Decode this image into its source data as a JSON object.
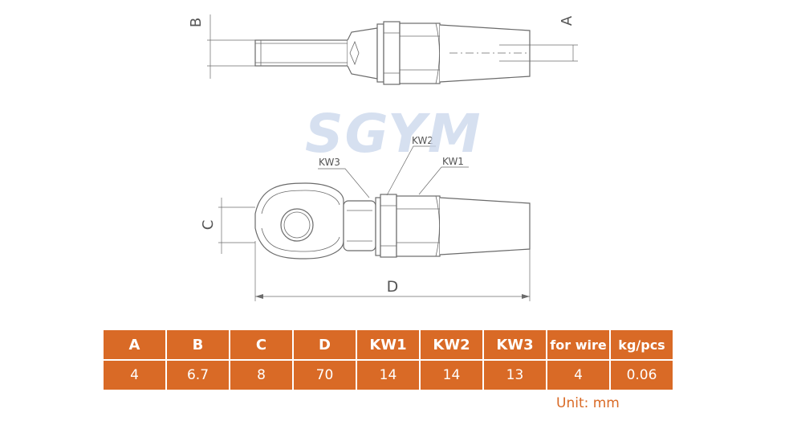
{
  "drawing": {
    "watermark": "SGYM",
    "labels": {
      "a": "A",
      "b": "B",
      "c": "C",
      "d": "D",
      "kw1": "KW1",
      "kw2": "KW2",
      "kw3": "KW3"
    }
  },
  "table": {
    "headers": [
      "A",
      "B",
      "C",
      "D",
      "KW1",
      "KW2",
      "KW3",
      "for wire",
      "kg/pcs"
    ],
    "values": [
      "4",
      "6.7",
      "8",
      "70",
      "14",
      "14",
      "13",
      "4",
      "0.06"
    ]
  },
  "unit": "Unit:  mm",
  "colors": {
    "accent": "#d96a26",
    "line": "#555555",
    "watermark": "#c9d6ec"
  }
}
